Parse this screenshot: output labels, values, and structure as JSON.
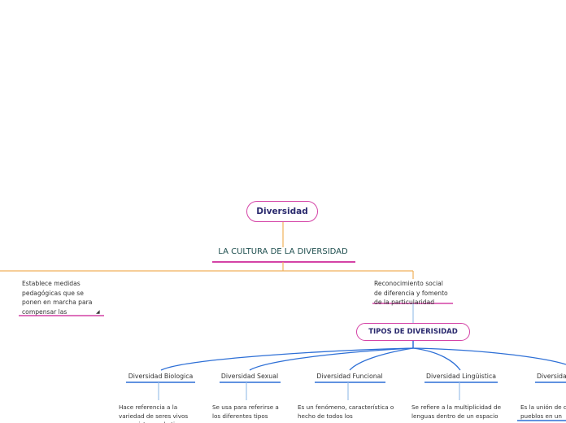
{
  "map": {
    "root": "Diversidad",
    "title": "LA CULTURA DE LA DIVERSIDAD",
    "left_note": "Establece medidas pedagógicas que se ponen en marcha para compensar las",
    "right_note": "Reconocimiento social de diferencia  y fomento  de la particularidad",
    "tipos": "TIPOS DE DIVERISIDAD",
    "subtopics": [
      {
        "label": "Diversidad Biologica",
        "desc": "Hace referencia a la variedad de seres vivos que existen en la tierra"
      },
      {
        "label": "Diversidad Sexual",
        "desc": "Se usa para referirse a los diferentes tipos"
      },
      {
        "label": "Diversidad Funcional",
        "desc": "Es un fenómeno, característica o hecho de todos los"
      },
      {
        "label": "Diversidad Lingüistica",
        "desc": "Se refiere a la multiplicidad de lenguas dentro de un espacio"
      },
      {
        "label": "Diversidad",
        "desc": "Es la unión de diferentes pueblos  en un"
      }
    ]
  },
  "colors": {
    "pink": "#d442a6",
    "orange": "#f0b15a",
    "blue": "#2d6fd6",
    "lightblue": "#9cc1ea"
  }
}
